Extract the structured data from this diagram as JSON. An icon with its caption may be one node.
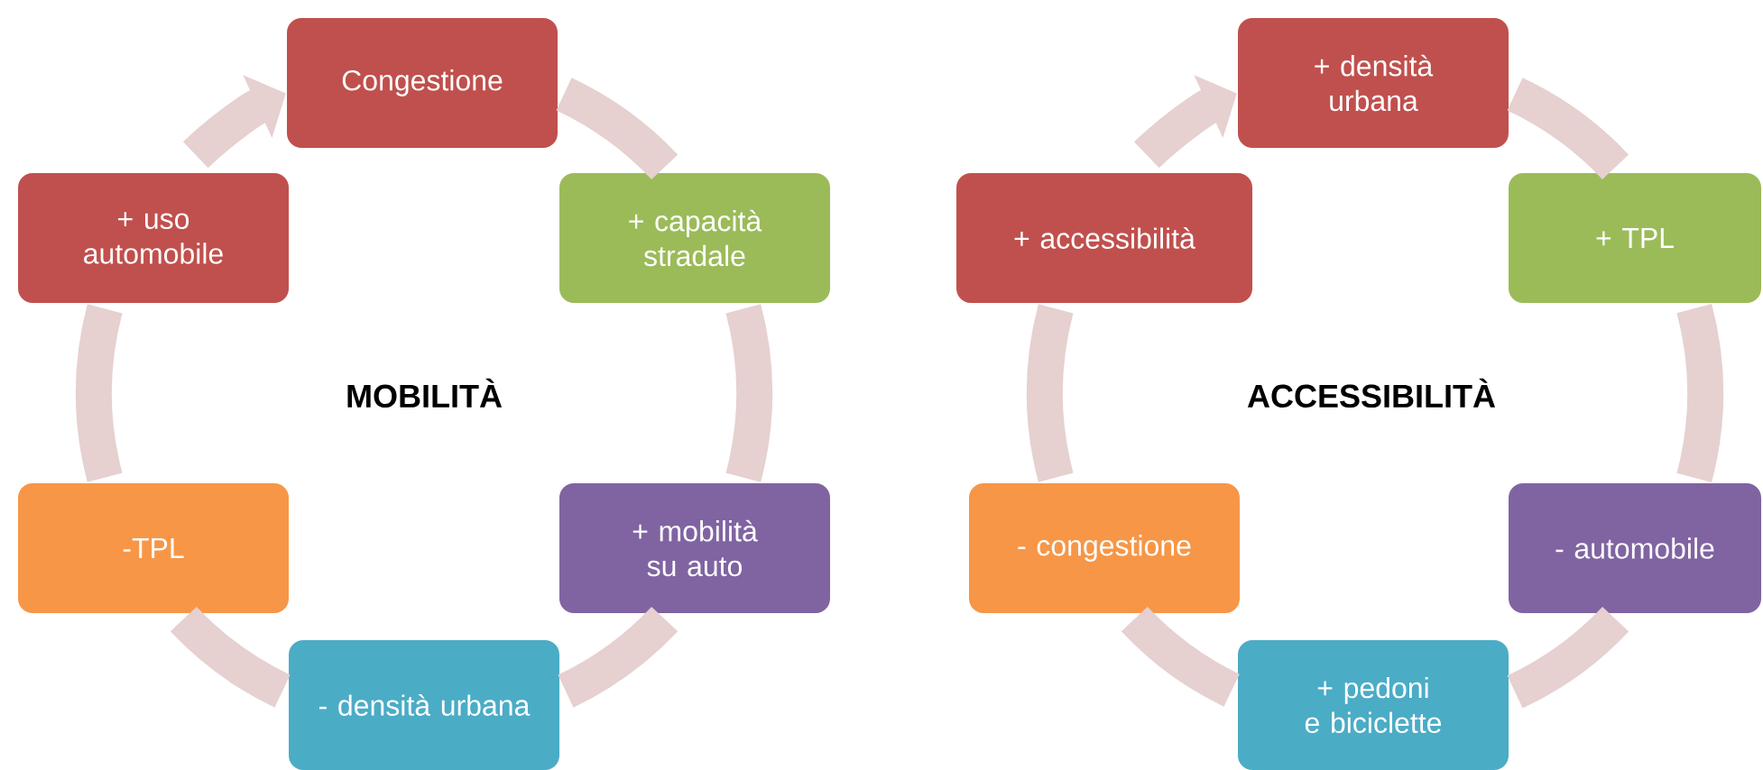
{
  "diagram": {
    "nodes": [
      {
        "text": [
          "Congestione"
        ]
      },
      {
        "text": [
          "+ capacità stradale"
        ]
      },
      {
        "text": [
          "+ mobilità su auto"
        ]
      },
      {
        "text": [
          "- densità urbana"
        ]
      },
      {
        "text": [
          "-TPL"
        ]
      },
      {
        "text": [
          "+ uso automobile"
        ]
      },
      {
        "text": [
          "+ densità urbana"
        ]
      },
      {
        "text": [
          "+ TPL"
        ]
      },
      {
        "text": [
          "- automobile"
        ]
      },
      {
        "text": [
          "+ pedoni e biciclette"
        ]
      },
      {
        "text": [
          "- congestione"
        ]
      },
      {
        "text": [
          "+ accessibilità"
        ]
      }
    ],
    "edges": [
      {
        "from": 0,
        "to": 1,
        "arrow": "none"
      },
      {
        "from": 1,
        "to": 2,
        "arrow": "none"
      },
      {
        "from": 2,
        "to": 3,
        "arrow": "none"
      },
      {
        "from": 3,
        "to": 4,
        "arrow": "none"
      },
      {
        "from": 4,
        "to": 5,
        "arrow": "none"
      },
      {
        "from": 5,
        "to": 0,
        "arrow": "to"
      },
      {
        "from": 6,
        "to": 7,
        "arrow": "none"
      },
      {
        "from": 7,
        "to": 8,
        "arrow": "none"
      },
      {
        "from": 8,
        "to": 9,
        "arrow": "none"
      },
      {
        "from": 9,
        "to": 10,
        "arrow": "none"
      },
      {
        "from": 10,
        "to": 11,
        "arrow": "none"
      },
      {
        "from": 11,
        "to": 6,
        "arrow": "to"
      }
    ],
    "labels": [
      "MOBILITÀ",
      "ACCESSIBILITÀ"
    ]
  }
}
